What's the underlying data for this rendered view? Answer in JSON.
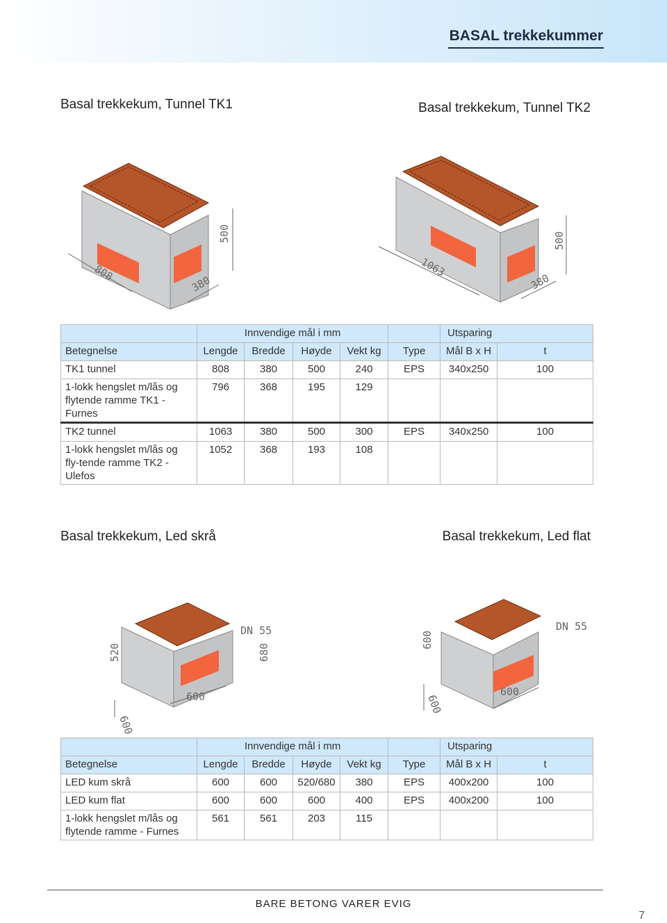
{
  "header": {
    "title": "BASAL trekkekummer"
  },
  "sections": {
    "tk1_caption": "Basal trekkekum, Tunnel TK1",
    "tk2_caption": "Basal trekkekum, Tunnel TK2",
    "led_skra_caption": "Basal trekkekum, Led skrå",
    "led_flat_caption": "Basal trekkekum, Led flat"
  },
  "figures": {
    "tk1": {
      "length": "808",
      "width": "380",
      "height": "500"
    },
    "tk2": {
      "length": "1063",
      "width": "380",
      "height": "500"
    },
    "led_skra": {
      "depth": "600",
      "width": "600",
      "height_left": "520",
      "height_right": "680",
      "pipe": "DN 55"
    },
    "led_flat": {
      "depth": "600",
      "width": "600",
      "height": "600",
      "pipe": "DN 55"
    }
  },
  "table1": {
    "group_inner": "Innvendige mål i mm",
    "group_cut": "Utsparing",
    "headers": [
      "Betegnelse",
      "Lengde",
      "Bredde",
      "Høyde",
      "Vekt kg",
      "Type",
      "Mål B x H",
      "t"
    ],
    "rows": [
      [
        "TK1 tunnel",
        "808",
        "380",
        "500",
        "240",
        "EPS",
        "340x250",
        "100"
      ],
      [
        "1-lokk hengslet m/lås og flytende ramme TK1 - Furnes",
        "796",
        "368",
        "195",
        "129",
        "",
        "",
        ""
      ],
      [
        "TK2 tunnel",
        "1063",
        "380",
        "500",
        "300",
        "EPS",
        "340x250",
        "100"
      ],
      [
        "1-lokk hengslet m/lås og fly-tende ramme TK2  - Ulefos",
        "1052",
        "368",
        "193",
        "108",
        "",
        "",
        ""
      ]
    ]
  },
  "table2": {
    "group_inner": "Innvendige mål i mm",
    "group_cut": "Utsparing",
    "headers": [
      "Betegnelse",
      "Lengde",
      "Bredde",
      "Høyde",
      "Vekt kg",
      "Type",
      "Mål B x H",
      "t"
    ],
    "rows": [
      [
        "LED kum skrå",
        "600",
        "600",
        "520/680",
        "380",
        "EPS",
        "400x200",
        "100"
      ],
      [
        "LED kum flat",
        "600",
        "600",
        "600",
        "400",
        "EPS",
        "400x200",
        "100"
      ],
      [
        "1-lokk hengslet m/lås og flytende ramme  - Furnes",
        "561",
        "561",
        "203",
        "115",
        "",
        "",
        ""
      ]
    ]
  },
  "footer": {
    "slogan": "BARE BETONG VARER EVIG",
    "page_number": "7"
  },
  "colors": {
    "header_bg": "#c9e6fa",
    "table_header_bg": "#cfe8fb",
    "cutout": "#f2653f",
    "lid": "#b5562a",
    "concrete": "#d5d6d8"
  }
}
